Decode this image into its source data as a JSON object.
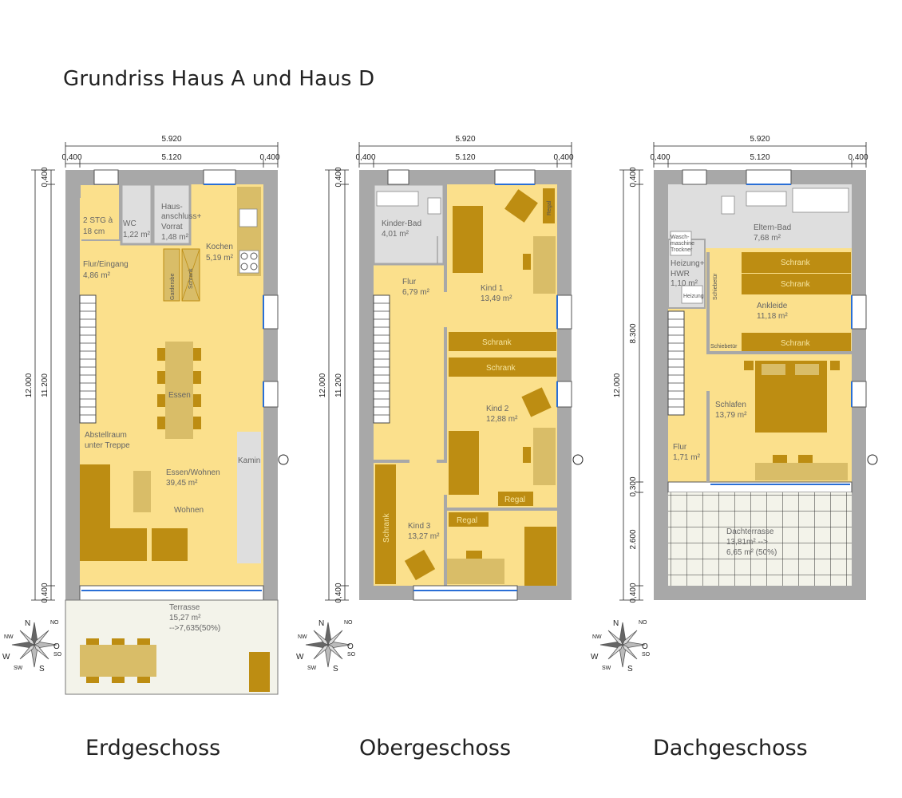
{
  "title": "Grundriss Haus A und Haus D",
  "colors": {
    "wall": "#a8a8a8",
    "room": "#fbe08c",
    "furniture": "#bd8d12",
    "furniture_light": "#d9bd68",
    "wet_room": "#dedede",
    "window": "#2a6fd6",
    "terrace_tile": "#f3f3ea"
  },
  "dimensions": {
    "total_width": "5.920",
    "wall_left": "0,400",
    "inner_width": "5.120",
    "wall_right": "0,400",
    "wall_top": "0,400",
    "wall_bottom": "0,400",
    "total_length": "12.000",
    "inner_length": "11.200",
    "dg_inner": "8.300",
    "dg_wall": "0,300",
    "dg_terrace": "2.600"
  },
  "compass": {
    "n": "N",
    "no": "NO",
    "o": "O",
    "so": "SO",
    "s": "S",
    "sw": "SW",
    "w": "W",
    "nw": "NW"
  },
  "floors": {
    "eg": {
      "label": "Erdgeschoss",
      "stg": "2 STG à",
      "stg_height": "18 cm",
      "wc": "WC",
      "wc_area": "1,22 m²",
      "hausanschluss_1": "Haus-",
      "hausanschluss_2": "anschluss+",
      "hausanschluss_3": "Vorrat",
      "hausanschluss_area": "1,48 m²",
      "kochen": "Kochen",
      "kochen_area": "5,19 m²",
      "flur": "Flur/Eingang",
      "flur_area": "4,86 m²",
      "garderobe": "Garderobe",
      "schrank": "Schrank",
      "essen": "Essen",
      "abstellraum_1": "Abstellraum",
      "abstellraum_2": "unter Treppe",
      "essen_wohnen": "Essen/Wohnen",
      "essen_wohnen_area": "39,45 m²",
      "wohnen": "Wohnen",
      "kamin": "Kamin",
      "terrasse": "Terrasse",
      "terrasse_area": "15,27 m²",
      "terrasse_calc": "-->7,635(50%)"
    },
    "og": {
      "label": "Obergeschoss",
      "kinderbad": "Kinder-Bad",
      "kinderbad_area": "4,01 m²",
      "regal_top": "Regal",
      "flur": "Flur",
      "flur_area": "6,79 m²",
      "kind1": "Kind 1",
      "kind1_area": "13,49 m²",
      "schrank1": "Schrank",
      "schrank2": "Schrank",
      "kind2": "Kind 2",
      "kind2_area": "12,88 m²",
      "schrank_left": "Schrank",
      "regal_mid": "Regal",
      "regal_low": "Regal",
      "kind3": "Kind 3",
      "kind3_area": "13,27 m²"
    },
    "dg": {
      "label": "Dachgeschoss",
      "elternbad": "Eltern-Bad",
      "elternbad_area": "7,68 m²",
      "wasch_1": "Wasch-",
      "wasch_2": "maschine",
      "wasch_3": "Trockner",
      "heizung_1": "Heizung+",
      "heizung_2": "HWR",
      "heizung_area": "1,10 m²",
      "heizung_small": "Heizung",
      "schiebetuer_v": "Schiebetür",
      "schrank1": "Schrank",
      "schrank2": "Schrank",
      "ankleide": "Ankleide",
      "ankleide_area": "11,18 m²",
      "schiebetuer_h": "Schiebetür",
      "schrank3": "Schrank",
      "schlafen": "Schlafen",
      "schlafen_area": "13,79 m²",
      "flur": "Flur",
      "flur_area": "1,71 m²",
      "dachterrasse": "Dachterrasse",
      "dachterrasse_area": "13,81m² -->",
      "dachterrasse_calc": "6,65 m² (50%)"
    }
  }
}
